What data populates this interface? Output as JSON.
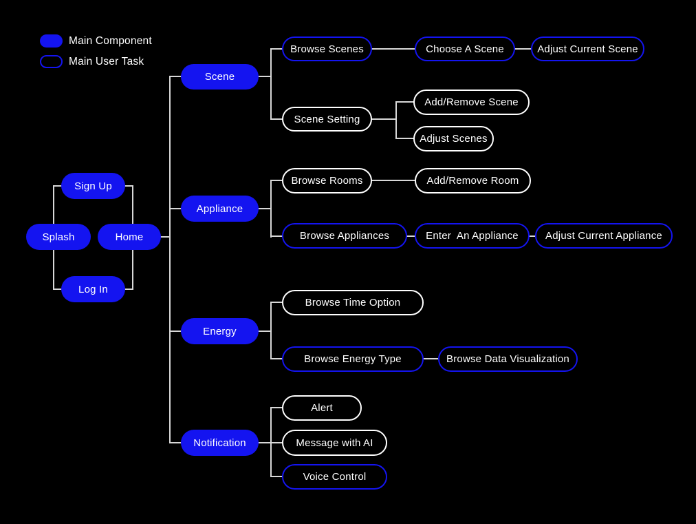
{
  "diagram": {
    "title_hint": "smart-home app sitemap",
    "colors": {
      "node_blue": "#1414f0",
      "connector_line": "#d8d8d8",
      "background": "#000000",
      "text": "#ffffff",
      "task_outline_white": "#ffffff"
    },
    "legend": [
      {
        "label": "Main Component",
        "swatch": "blue-filled-pill"
      },
      {
        "label": "Main User Task",
        "swatch": "blue-outline-pill"
      }
    ],
    "nodes": {
      "splash": "Splash",
      "sign_up": "Sign Up",
      "log_in": "Log In",
      "home": "Home",
      "scene": "Scene",
      "appliance": "Appliance",
      "energy": "Energy",
      "notification": "Notification",
      "browse_scenes": "Browse Scenes",
      "choose_a_scene": "Choose A Scene",
      "adjust_current_scene": "Adjust Current Scene",
      "scene_setting": "Scene Setting",
      "add_remove_scene": "Add/Remove Scene",
      "adjust_scenes": "Adjust Scenes",
      "browse_rooms": "Browse Rooms",
      "add_remove_room": "Add/Remove Room",
      "browse_appliances": "Browse Appliances",
      "enter_an_appliance": "Enter  An Appliance",
      "adjust_current_appliance": "Adjust Current Appliance",
      "browse_time_option": "Browse Time Option",
      "browse_energy_type": "Browse Energy Type",
      "browse_data_visualization": "Browse Data Visualization",
      "alert": "Alert",
      "message_with_ai": "Message with AI",
      "voice_control": "Voice Control"
    },
    "edges": [
      "splash-sign_up",
      "splash-log_in",
      "sign_up-home",
      "log_in-home",
      "home-scene",
      "home-appliance",
      "home-energy",
      "home-notification",
      "scene-browse_scenes",
      "browse_scenes-choose_a_scene",
      "choose_a_scene-adjust_current_scene",
      "scene-scene_setting",
      "scene_setting-add_remove_scene",
      "scene_setting-adjust_scenes",
      "appliance-browse_rooms",
      "browse_rooms-add_remove_room",
      "appliance-browse_appliances",
      "browse_appliances-enter_an_appliance",
      "enter_an_appliance-adjust_current_appliance",
      "energy-browse_time_option",
      "energy-browse_energy_type",
      "browse_energy_type-browse_data_visualization",
      "notification-alert",
      "notification-message_with_ai",
      "notification-voice_control"
    ]
  }
}
